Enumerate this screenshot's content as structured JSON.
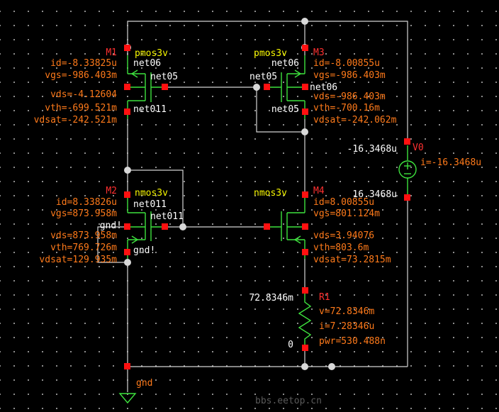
{
  "transistors": {
    "m1": {
      "name": "M1",
      "model": "pmos3v",
      "params": [
        "id=-8.33825u",
        "vgs=-986.403m",
        "vds=-4.12604",
        "vth=-699.521m",
        "vdsat=-242.521m"
      ],
      "nets": {
        "source": "net06",
        "gate": "net05",
        "drain": "net011"
      }
    },
    "m3": {
      "name": "M3",
      "model": "pmos3v",
      "params": [
        "id=-8.00855u",
        "vgs=-986.403m",
        "vds=-986.403m",
        "vth=-700.16m",
        "vdsat=-242.062m"
      ],
      "nets": {
        "source": "net06",
        "gate": "net05",
        "bulk": "net06",
        "drain": "net05"
      }
    },
    "m2": {
      "name": "M2",
      "model": "nmos3v",
      "params": [
        "id=8.33826u",
        "vgs=873.958m",
        "vds=873.958m",
        "vth=769.726m",
        "vdsat=129.935m"
      ],
      "nets": {
        "drain": "net011",
        "gate": "net011",
        "bulk": "gnd!",
        "source": "gnd!"
      }
    },
    "m4": {
      "name": "M4",
      "model": "nmos3v",
      "params": [
        "id=8.00855u",
        "vgs=801.124m",
        "vds=3.94076",
        "vth=803.6m",
        "vdsat=73.2815m"
      ]
    }
  },
  "source_v0": {
    "name": "V0",
    "current": "i=-16.3468u",
    "top_value": "-16.3468u",
    "bottom_value": "16.3468u"
  },
  "resistor_r1": {
    "name": "R1",
    "params": [
      "v=72.8346m",
      "i=7.28346u",
      "pwr=530.488n"
    ],
    "top_value": "72.8346m",
    "bottom_value": "0"
  },
  "ground": {
    "label": "gnd"
  },
  "watermark": "bbs.eetop.cn",
  "colors": {
    "background": "#000000",
    "wire": "#d4d4d4",
    "device": "#3ee23e",
    "annotation": "#ff7a1a",
    "model_label": "#f6f600",
    "instance_label": "#ff3030",
    "pin": "#ff1010"
  }
}
